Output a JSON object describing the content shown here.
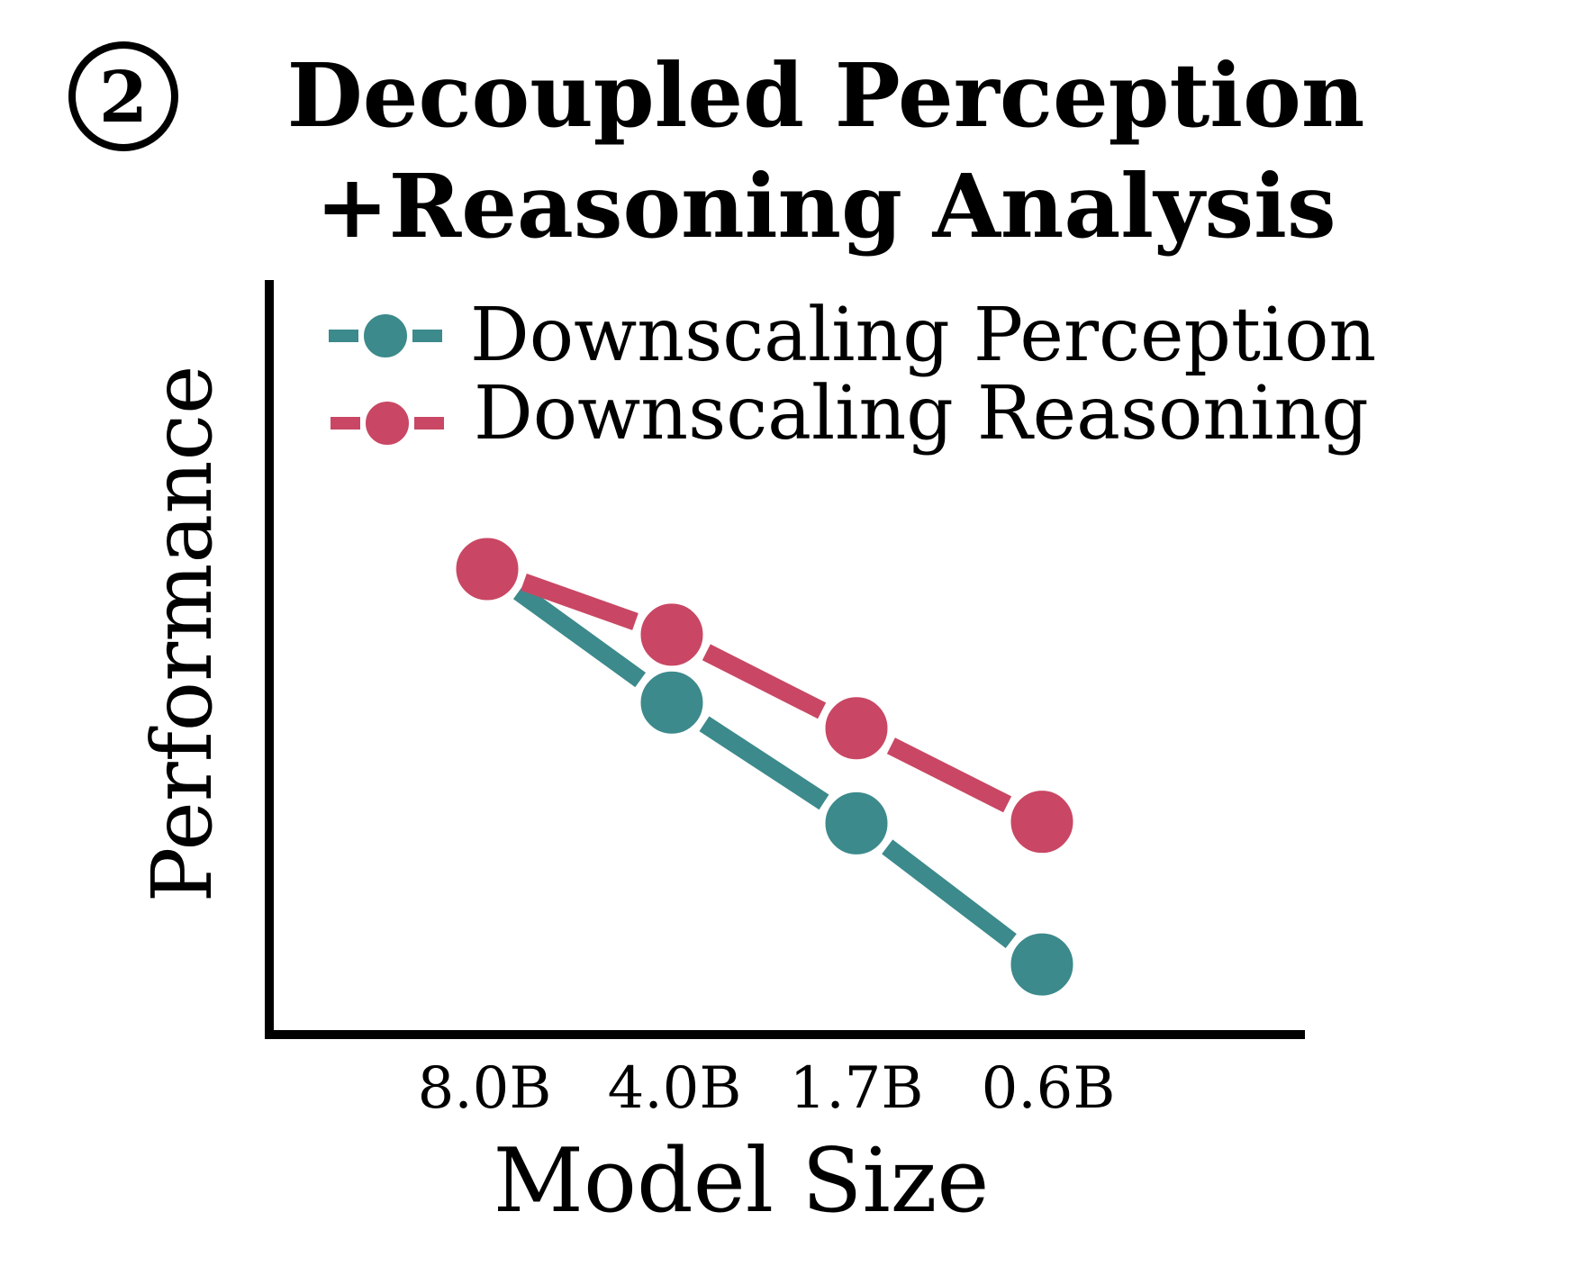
{
  "header": {
    "badge": "2",
    "title_line1": "Decoupled Perception",
    "title_line2": "+Reasoning Analysis"
  },
  "colors": {
    "perception": "#3C8A8C",
    "reasoning": "#C94764",
    "axis": "#000000",
    "background": "#FFFFFF"
  },
  "legend": {
    "items": [
      {
        "label": "Downscaling Perception",
        "color": "#3C8A8C"
      },
      {
        "label": "Downscaling Reasoning",
        "color": "#C94764"
      }
    ]
  },
  "axes": {
    "xlabel": "Model Size",
    "ylabel": "Performance",
    "xticks": [
      "8.0B",
      "4.0B",
      "1.7B",
      "0.6B"
    ]
  },
  "chart_data": {
    "type": "line",
    "title": "Decoupled Perception +Reasoning Analysis",
    "xlabel": "Model Size",
    "ylabel": "Performance",
    "categories": [
      "8.0B",
      "4.0B",
      "1.7B",
      "0.6B"
    ],
    "series": [
      {
        "name": "Downscaling Perception",
        "color": "#3C8A8C",
        "values": [
          61.7,
          44.0,
          28.0,
          9.3
        ]
      },
      {
        "name": "Downscaling Reasoning",
        "color": "#C94764",
        "values": [
          61.7,
          53.0,
          40.6,
          28.2
        ]
      }
    ],
    "ylim": [
      0,
      100
    ],
    "y_ticks_shown": false,
    "grid": false,
    "legend_position": "upper right",
    "note": "Y-axis has no numeric ticks; values are relative (0 = x-axis, 100 = top of y-axis)"
  }
}
